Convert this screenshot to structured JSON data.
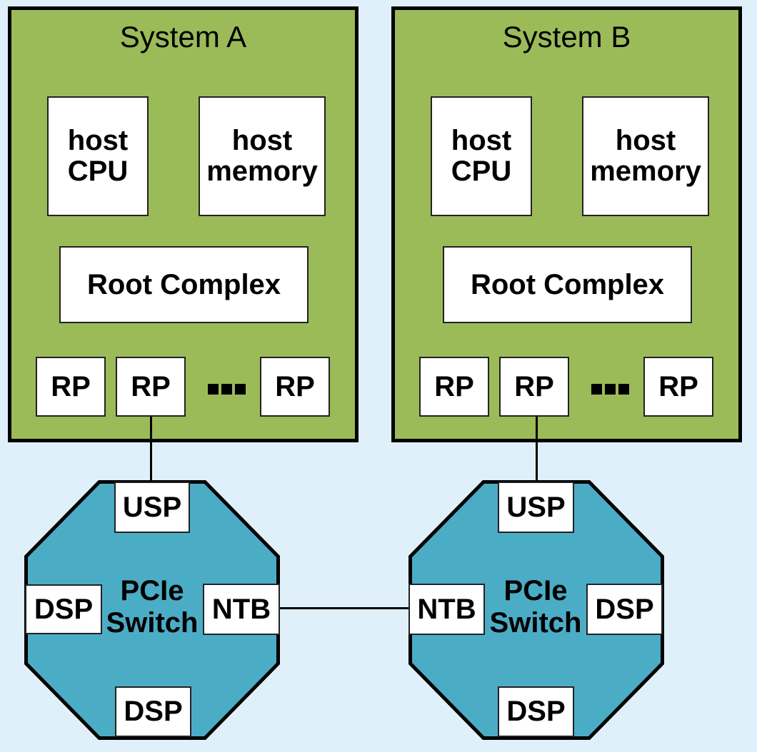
{
  "diagram": {
    "systems": [
      {
        "title": "System A"
      },
      {
        "title": "System B"
      }
    ],
    "labels": {
      "host": "host",
      "cpu": "CPU",
      "memory": "memory",
      "root_complex": "Root Complex",
      "rp": "RP",
      "ellipsis": "...",
      "usp": "USP",
      "dsp": "DSP",
      "ntb": "NTB",
      "switch_line1": "PCIe",
      "switch_line2": "Switch"
    },
    "colors": {
      "background": "#E0F0FB",
      "system_fill": "#9BBB59",
      "switch_fill": "#4BACC6",
      "box_fill": "#FFFFFF",
      "outline": "#000000"
    }
  }
}
